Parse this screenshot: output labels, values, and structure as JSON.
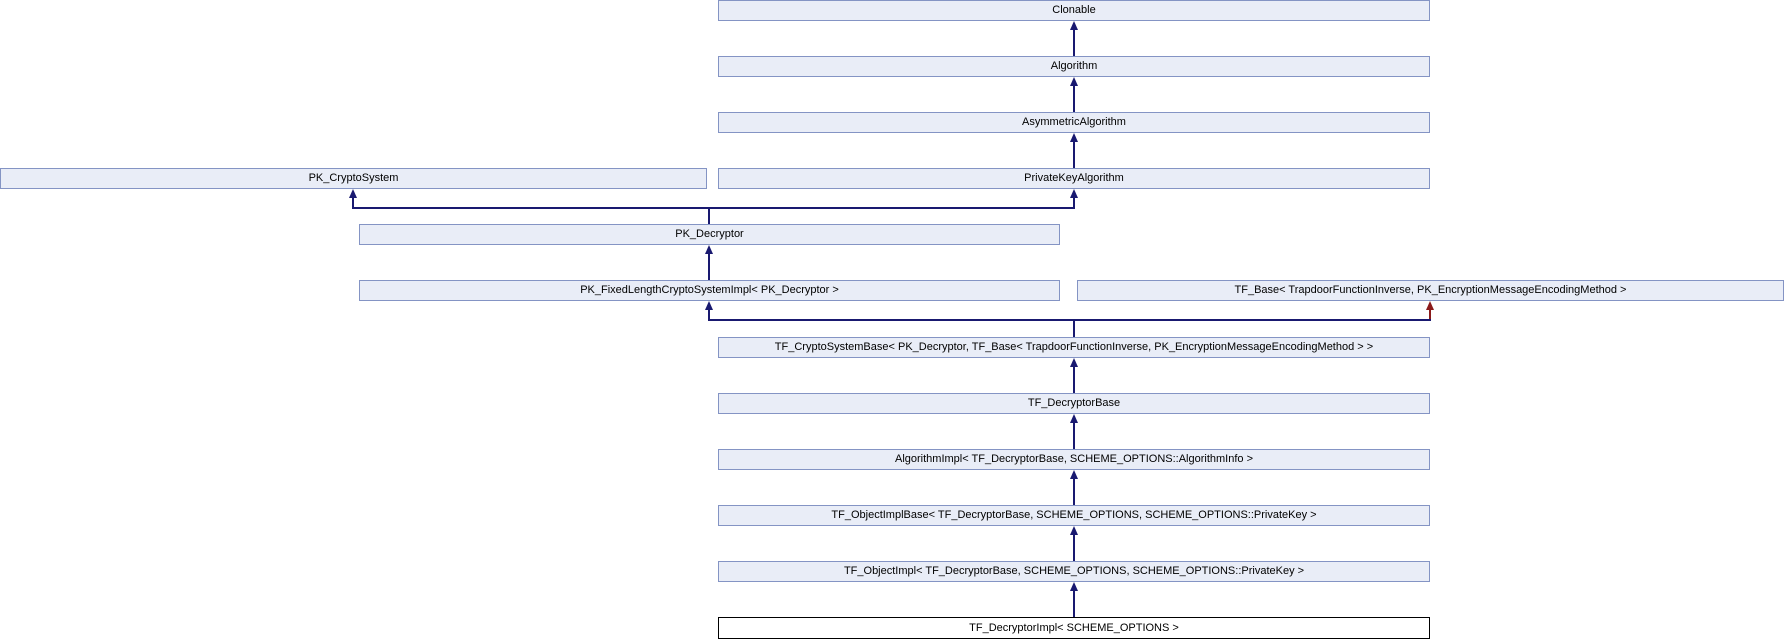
{
  "diagram": {
    "type": "class-inheritance-diagram",
    "focus_class": "TF_DecryptorImpl< SCHEME_OPTIONS >",
    "nodes": [
      {
        "id": "clonable",
        "label": "Clonable"
      },
      {
        "id": "algorithm",
        "label": "Algorithm"
      },
      {
        "id": "asymmetric_algorithm",
        "label": "AsymmetricAlgorithm"
      },
      {
        "id": "pk_cryptosystem",
        "label": "PK_CryptoSystem"
      },
      {
        "id": "private_key_algorithm",
        "label": "PrivateKeyAlgorithm"
      },
      {
        "id": "pk_decryptor",
        "label": "PK_Decryptor"
      },
      {
        "id": "pk_fixed_length_cryptosystem_impl",
        "label": "PK_FixedLengthCryptoSystemImpl< PK_Decryptor >"
      },
      {
        "id": "tf_base",
        "label": "TF_Base< TrapdoorFunctionInverse, PK_EncryptionMessageEncodingMethod >"
      },
      {
        "id": "tf_cryptosystem_base",
        "label": "TF_CryptoSystemBase< PK_Decryptor, TF_Base< TrapdoorFunctionInverse, PK_EncryptionMessageEncodingMethod > >"
      },
      {
        "id": "tf_decryptor_base",
        "label": "TF_DecryptorBase"
      },
      {
        "id": "algorithm_impl",
        "label": "AlgorithmImpl< TF_DecryptorBase, SCHEME_OPTIONS::AlgorithmInfo >"
      },
      {
        "id": "tf_object_impl_base",
        "label": "TF_ObjectImplBase< TF_DecryptorBase, SCHEME_OPTIONS, SCHEME_OPTIONS::PrivateKey >"
      },
      {
        "id": "tf_object_impl",
        "label": "TF_ObjectImpl< TF_DecryptorBase, SCHEME_OPTIONS, SCHEME_OPTIONS::PrivateKey >"
      },
      {
        "id": "tf_decryptor_impl",
        "label": "TF_DecryptorImpl< SCHEME_OPTIONS >"
      }
    ],
    "edges": [
      {
        "from": "algorithm",
        "to": "clonable",
        "style": "solid-blue"
      },
      {
        "from": "asymmetric_algorithm",
        "to": "algorithm",
        "style": "solid-blue"
      },
      {
        "from": "private_key_algorithm",
        "to": "asymmetric_algorithm",
        "style": "solid-blue"
      },
      {
        "from": "pk_decryptor",
        "to": "pk_cryptosystem",
        "style": "solid-blue"
      },
      {
        "from": "pk_decryptor",
        "to": "private_key_algorithm",
        "style": "solid-blue"
      },
      {
        "from": "pk_fixed_length_cryptosystem_impl",
        "to": "pk_decryptor",
        "style": "solid-blue"
      },
      {
        "from": "tf_cryptosystem_base",
        "to": "pk_fixed_length_cryptosystem_impl",
        "style": "solid-blue"
      },
      {
        "from": "tf_cryptosystem_base",
        "to": "tf_base",
        "style": "dashed-red"
      },
      {
        "from": "tf_decryptor_base",
        "to": "tf_cryptosystem_base",
        "style": "solid-blue"
      },
      {
        "from": "algorithm_impl",
        "to": "tf_decryptor_base",
        "style": "solid-blue"
      },
      {
        "from": "tf_object_impl_base",
        "to": "algorithm_impl",
        "style": "solid-blue"
      },
      {
        "from": "tf_object_impl",
        "to": "tf_object_impl_base",
        "style": "solid-blue"
      },
      {
        "from": "tf_decryptor_impl",
        "to": "tf_object_impl",
        "style": "solid-blue"
      }
    ],
    "colors": {
      "node_fill": "#e9edf7",
      "node_border": "#8494c4",
      "focus_node_fill": "#ffffff",
      "focus_node_border": "#000000",
      "edge_solid": "#191970",
      "edge_dashed": "#8b1a1a",
      "background": "#ffffff"
    }
  }
}
